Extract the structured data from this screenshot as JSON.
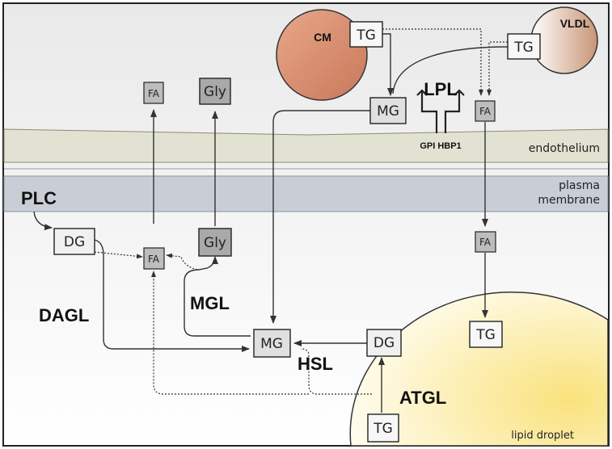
{
  "regions": {
    "endothelium": "endothelium",
    "plasma_membrane_line1": "plasma",
    "plasma_membrane_line2": "membrane",
    "lipid_droplet": "lipid droplet"
  },
  "particles": {
    "cm": "CM",
    "vldl": "VLDL"
  },
  "enzymes": {
    "lpl": "LPL",
    "gpi_hbp1": "GPI HBP1",
    "plc": "PLC",
    "dagl": "DAGL",
    "mgl": "MGL",
    "hsl": "HSL",
    "atgl": "ATGL"
  },
  "molecules": {
    "tg_cm": "TG",
    "tg_vldl": "TG",
    "mg_top": "MG",
    "fa_lpl": "FA",
    "fa_top_left": "FA",
    "gly_top": "Gly",
    "dg_left": "DG",
    "fa_middle": "FA",
    "gly_middle": "Gly",
    "fa_right_mid": "FA",
    "tg_droplet_top": "TG",
    "mg_center": "MG",
    "dg_droplet": "DG",
    "tg_droplet_bottom": "TG"
  },
  "colors": {
    "cell_bg": "#f3f3f3",
    "endothelium": "#e2e2d2",
    "plasma_membrane": "#c9ced6",
    "cm_fill": "#d98f72",
    "vldl_fill": "#e7c1a6",
    "droplet_fill": "#fbe9a0",
    "box_white": "#f7f7f7",
    "box_gray": "#bdbdbd"
  }
}
